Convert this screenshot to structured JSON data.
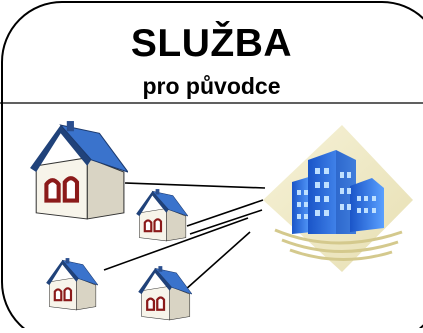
{
  "header": {
    "title": "SLUŽBA",
    "subtitle": "pro původce"
  },
  "colors": {
    "border": "#000000",
    "roof": "#3a6fc4",
    "roof_dark": "#20427a",
    "house_wall": "#f4f1e8",
    "house_windows": "#8b1a1a",
    "building_blue": "#2166d6",
    "building_light": "#4f93ff",
    "background_shape": "#f1ecc9"
  },
  "diagram": {
    "houses": [
      "house-large",
      "house-middle",
      "house-bottom-left",
      "house-bottom-right"
    ],
    "hub": "office-building"
  }
}
